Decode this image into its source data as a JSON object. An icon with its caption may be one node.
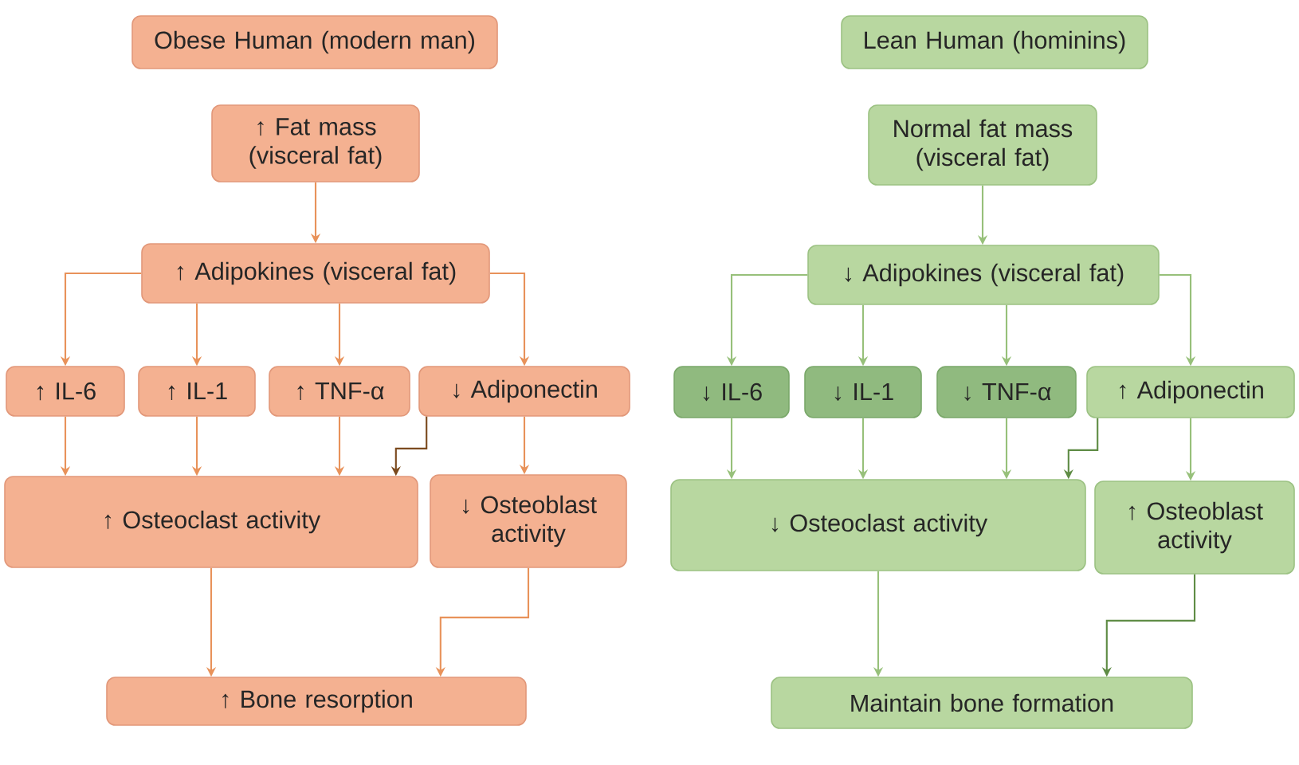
{
  "diagram": {
    "nodes": [
      {
        "text": [
          "Obese Human (modern man)"
        ]
      },
      {
        "text": [
          "↑ Fat mass (visceral fat)"
        ]
      },
      {
        "text": [
          "↑ Adipokines (visceral fat)"
        ]
      },
      {
        "text": [
          "↑ IL-6"
        ]
      },
      {
        "text": [
          "↑ IL-1"
        ]
      },
      {
        "text": [
          "↑ TNF-α"
        ]
      },
      {
        "text": [
          "↓ Adiponectin"
        ]
      },
      {
        "text": [
          "↑ Osteoclast activity"
        ]
      },
      {
        "text": [
          "↓ Osteoblast activity"
        ]
      },
      {
        "text": [
          "↑ Bone resorption"
        ]
      },
      {
        "text": [
          "Lean Human (hominins)"
        ]
      },
      {
        "text": [
          "Normal fat mass (visceral fat)"
        ]
      },
      {
        "text": [
          "↓ Adipokines (visceral fat)"
        ]
      },
      {
        "text": [
          "↓ IL-6"
        ]
      },
      {
        "text": [
          "↓ IL-1"
        ]
      },
      {
        "text": [
          "↓ TNF-α"
        ]
      },
      {
        "text": [
          "↑ Adiponectin"
        ]
      },
      {
        "text": [
          "↓ Osteoclast activity"
        ]
      },
      {
        "text": [
          "↑ Osteoblast activity"
        ]
      },
      {
        "text": [
          "Maintain bone formation"
        ]
      }
    ],
    "edges": [
      {
        "from": 1,
        "to": 2,
        "arrow": "to",
        "color": "#e8925a"
      },
      {
        "from": 2,
        "to": 3,
        "arrow": "to",
        "color": "#e8925a"
      },
      {
        "from": 2,
        "to": 4,
        "arrow": "to",
        "color": "#e8925a"
      },
      {
        "from": 2,
        "to": 5,
        "arrow": "to",
        "color": "#e8925a"
      },
      {
        "from": 2,
        "to": 6,
        "arrow": "to",
        "color": "#e8925a"
      },
      {
        "from": 3,
        "to": 7,
        "arrow": "to",
        "color": "#e8925a"
      },
      {
        "from": 4,
        "to": 7,
        "arrow": "to",
        "color": "#e8925a"
      },
      {
        "from": 5,
        "to": 7,
        "arrow": "to",
        "color": "#e8925a"
      },
      {
        "from": 6,
        "to": 7,
        "arrow": "to",
        "color": "#7b4a1e"
      },
      {
        "from": 6,
        "to": 8,
        "arrow": "to",
        "color": "#e8925a"
      },
      {
        "from": 7,
        "to": 9,
        "arrow": "to",
        "color": "#e8925a"
      },
      {
        "from": 8,
        "to": 9,
        "arrow": "to",
        "color": "#e8925a"
      },
      {
        "from": 11,
        "to": 12,
        "arrow": "to",
        "color": "#97c07a"
      },
      {
        "from": 12,
        "to": 13,
        "arrow": "to",
        "color": "#97c07a"
      },
      {
        "from": 12,
        "to": 14,
        "arrow": "to",
        "color": "#97c07a"
      },
      {
        "from": 12,
        "to": 15,
        "arrow": "to",
        "color": "#97c07a"
      },
      {
        "from": 12,
        "to": 16,
        "arrow": "to",
        "color": "#97c07a"
      },
      {
        "from": 13,
        "to": 17,
        "arrow": "to",
        "color": "#97c07a"
      },
      {
        "from": 14,
        "to": 17,
        "arrow": "to",
        "color": "#97c07a"
      },
      {
        "from": 15,
        "to": 17,
        "arrow": "to",
        "color": "#97c07a"
      },
      {
        "from": 16,
        "to": 17,
        "arrow": "to",
        "color": "#5f8c45"
      },
      {
        "from": 16,
        "to": 18,
        "arrow": "to",
        "color": "#97c07a"
      },
      {
        "from": 17,
        "to": 19,
        "arrow": "to",
        "color": "#97c07a"
      },
      {
        "from": 18,
        "to": 19,
        "arrow": "to",
        "color": "#5f8c45"
      }
    ]
  }
}
